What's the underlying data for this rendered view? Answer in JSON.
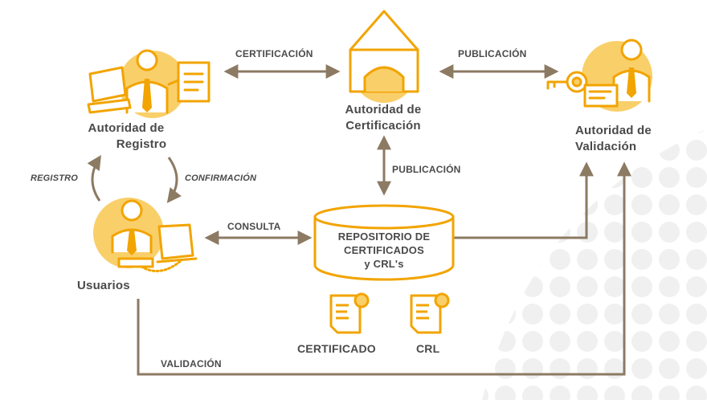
{
  "colors": {
    "orange": "#f2a400",
    "orange_light": "#f9cf6a",
    "gray": "#8c7a63",
    "text": "#4a4a4a",
    "dots": "#ececec"
  },
  "nodes": {
    "registration_authority": {
      "line1": "Autoridad de",
      "line2": "Registro",
      "icon": "officer-with-computer-and-document-icon"
    },
    "certification_authority": {
      "line1": "Autoridad de",
      "line2": "Certificación",
      "icon": "building-icon"
    },
    "validation_authority": {
      "line1": "Autoridad de",
      "line2": "Validación",
      "icon": "officer-with-key-and-card-icon"
    },
    "users": {
      "label": "Usuarios",
      "icon": "user-with-computer-icon"
    },
    "repository": {
      "line1": "REPOSITORIO DE",
      "line2": "CERTIFICADOS",
      "line3": "y CRL's",
      "icon": "database-cylinder-icon"
    },
    "certificate": {
      "label": "CERTIFICADO",
      "icon": "certificate-document-icon"
    },
    "crl": {
      "label": "CRL",
      "icon": "crl-document-icon"
    }
  },
  "edges": {
    "certification": "CERTIFICACIÓN",
    "publication_top": "PUBLICACIÓN",
    "publication_vertical": "PUBLICACIÓN",
    "registration": "REGISTRO",
    "confirmation": "CONFIRMACIÓN",
    "query": "CONSULTA",
    "validation": "VALIDACIÓN"
  }
}
